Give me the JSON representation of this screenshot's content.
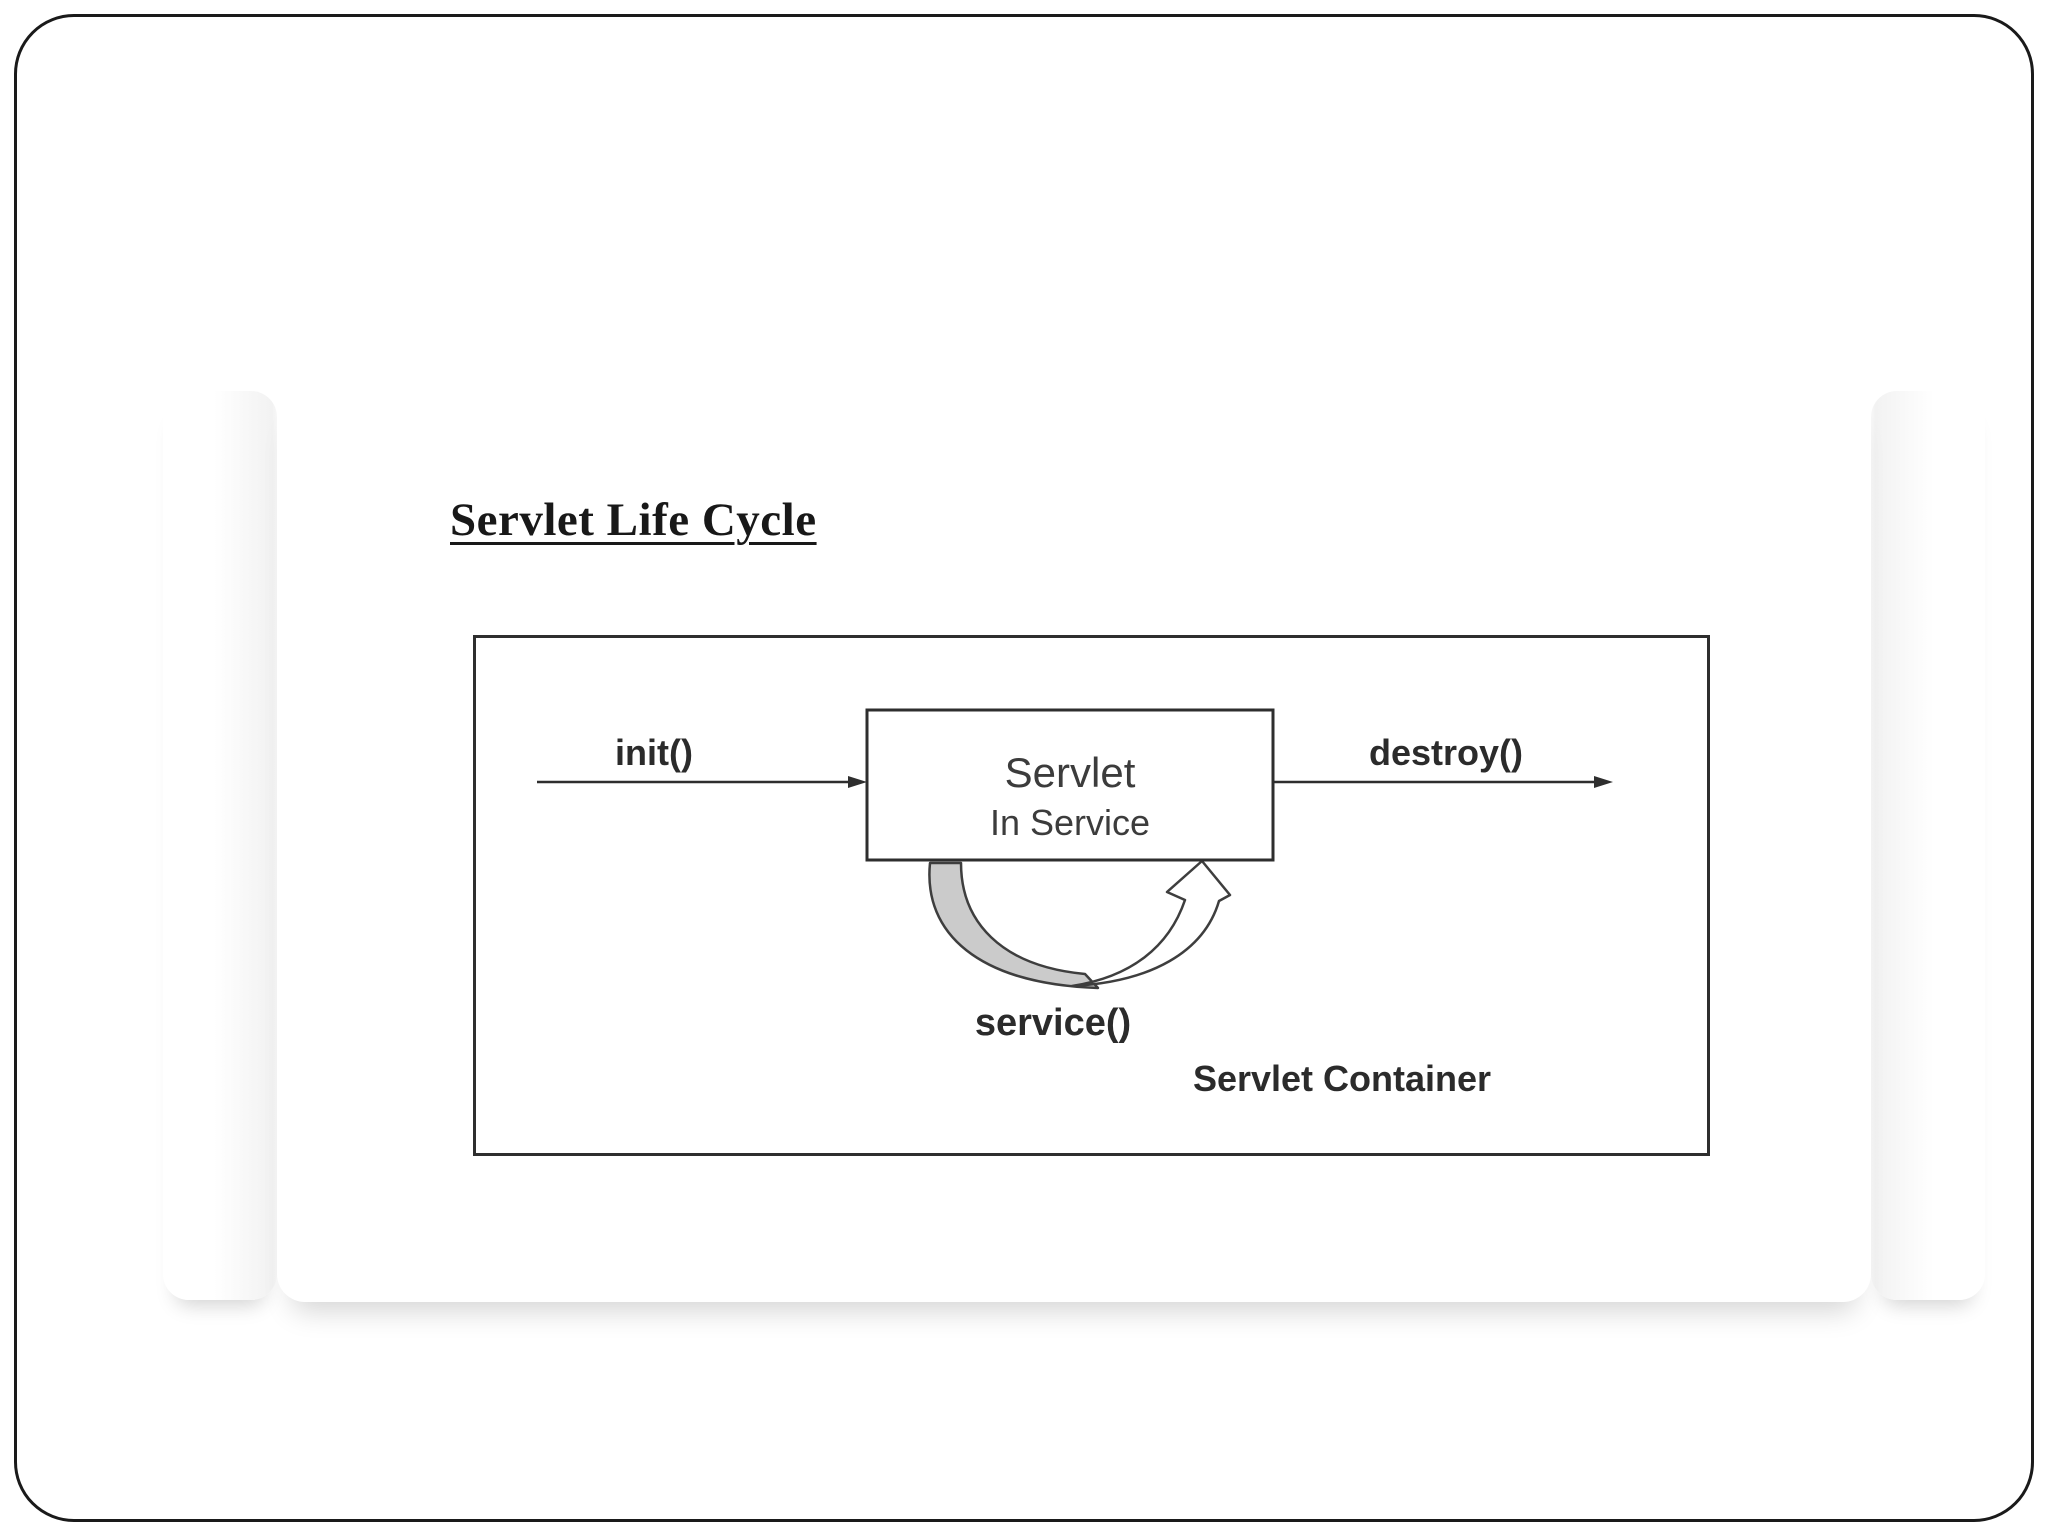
{
  "window": {
    "frame_color": "#1a1a1a",
    "background": "#ffffff"
  },
  "slide": {
    "title": "Servlet Life Cycle",
    "diagram": {
      "labels": {
        "init": "init()",
        "destroy": "destroy()",
        "service": "service()",
        "container": "Servlet Container",
        "state_line1": "Servlet",
        "state_line2": "In Service"
      },
      "colors": {
        "line": "#2e2e2e",
        "text": "#2b2b2b",
        "state_text": "#3c3c3c",
        "band_fill": "#cbcbcb",
        "band_stroke": "#3e3e3e",
        "box_fill": "#ffffff"
      }
    }
  }
}
